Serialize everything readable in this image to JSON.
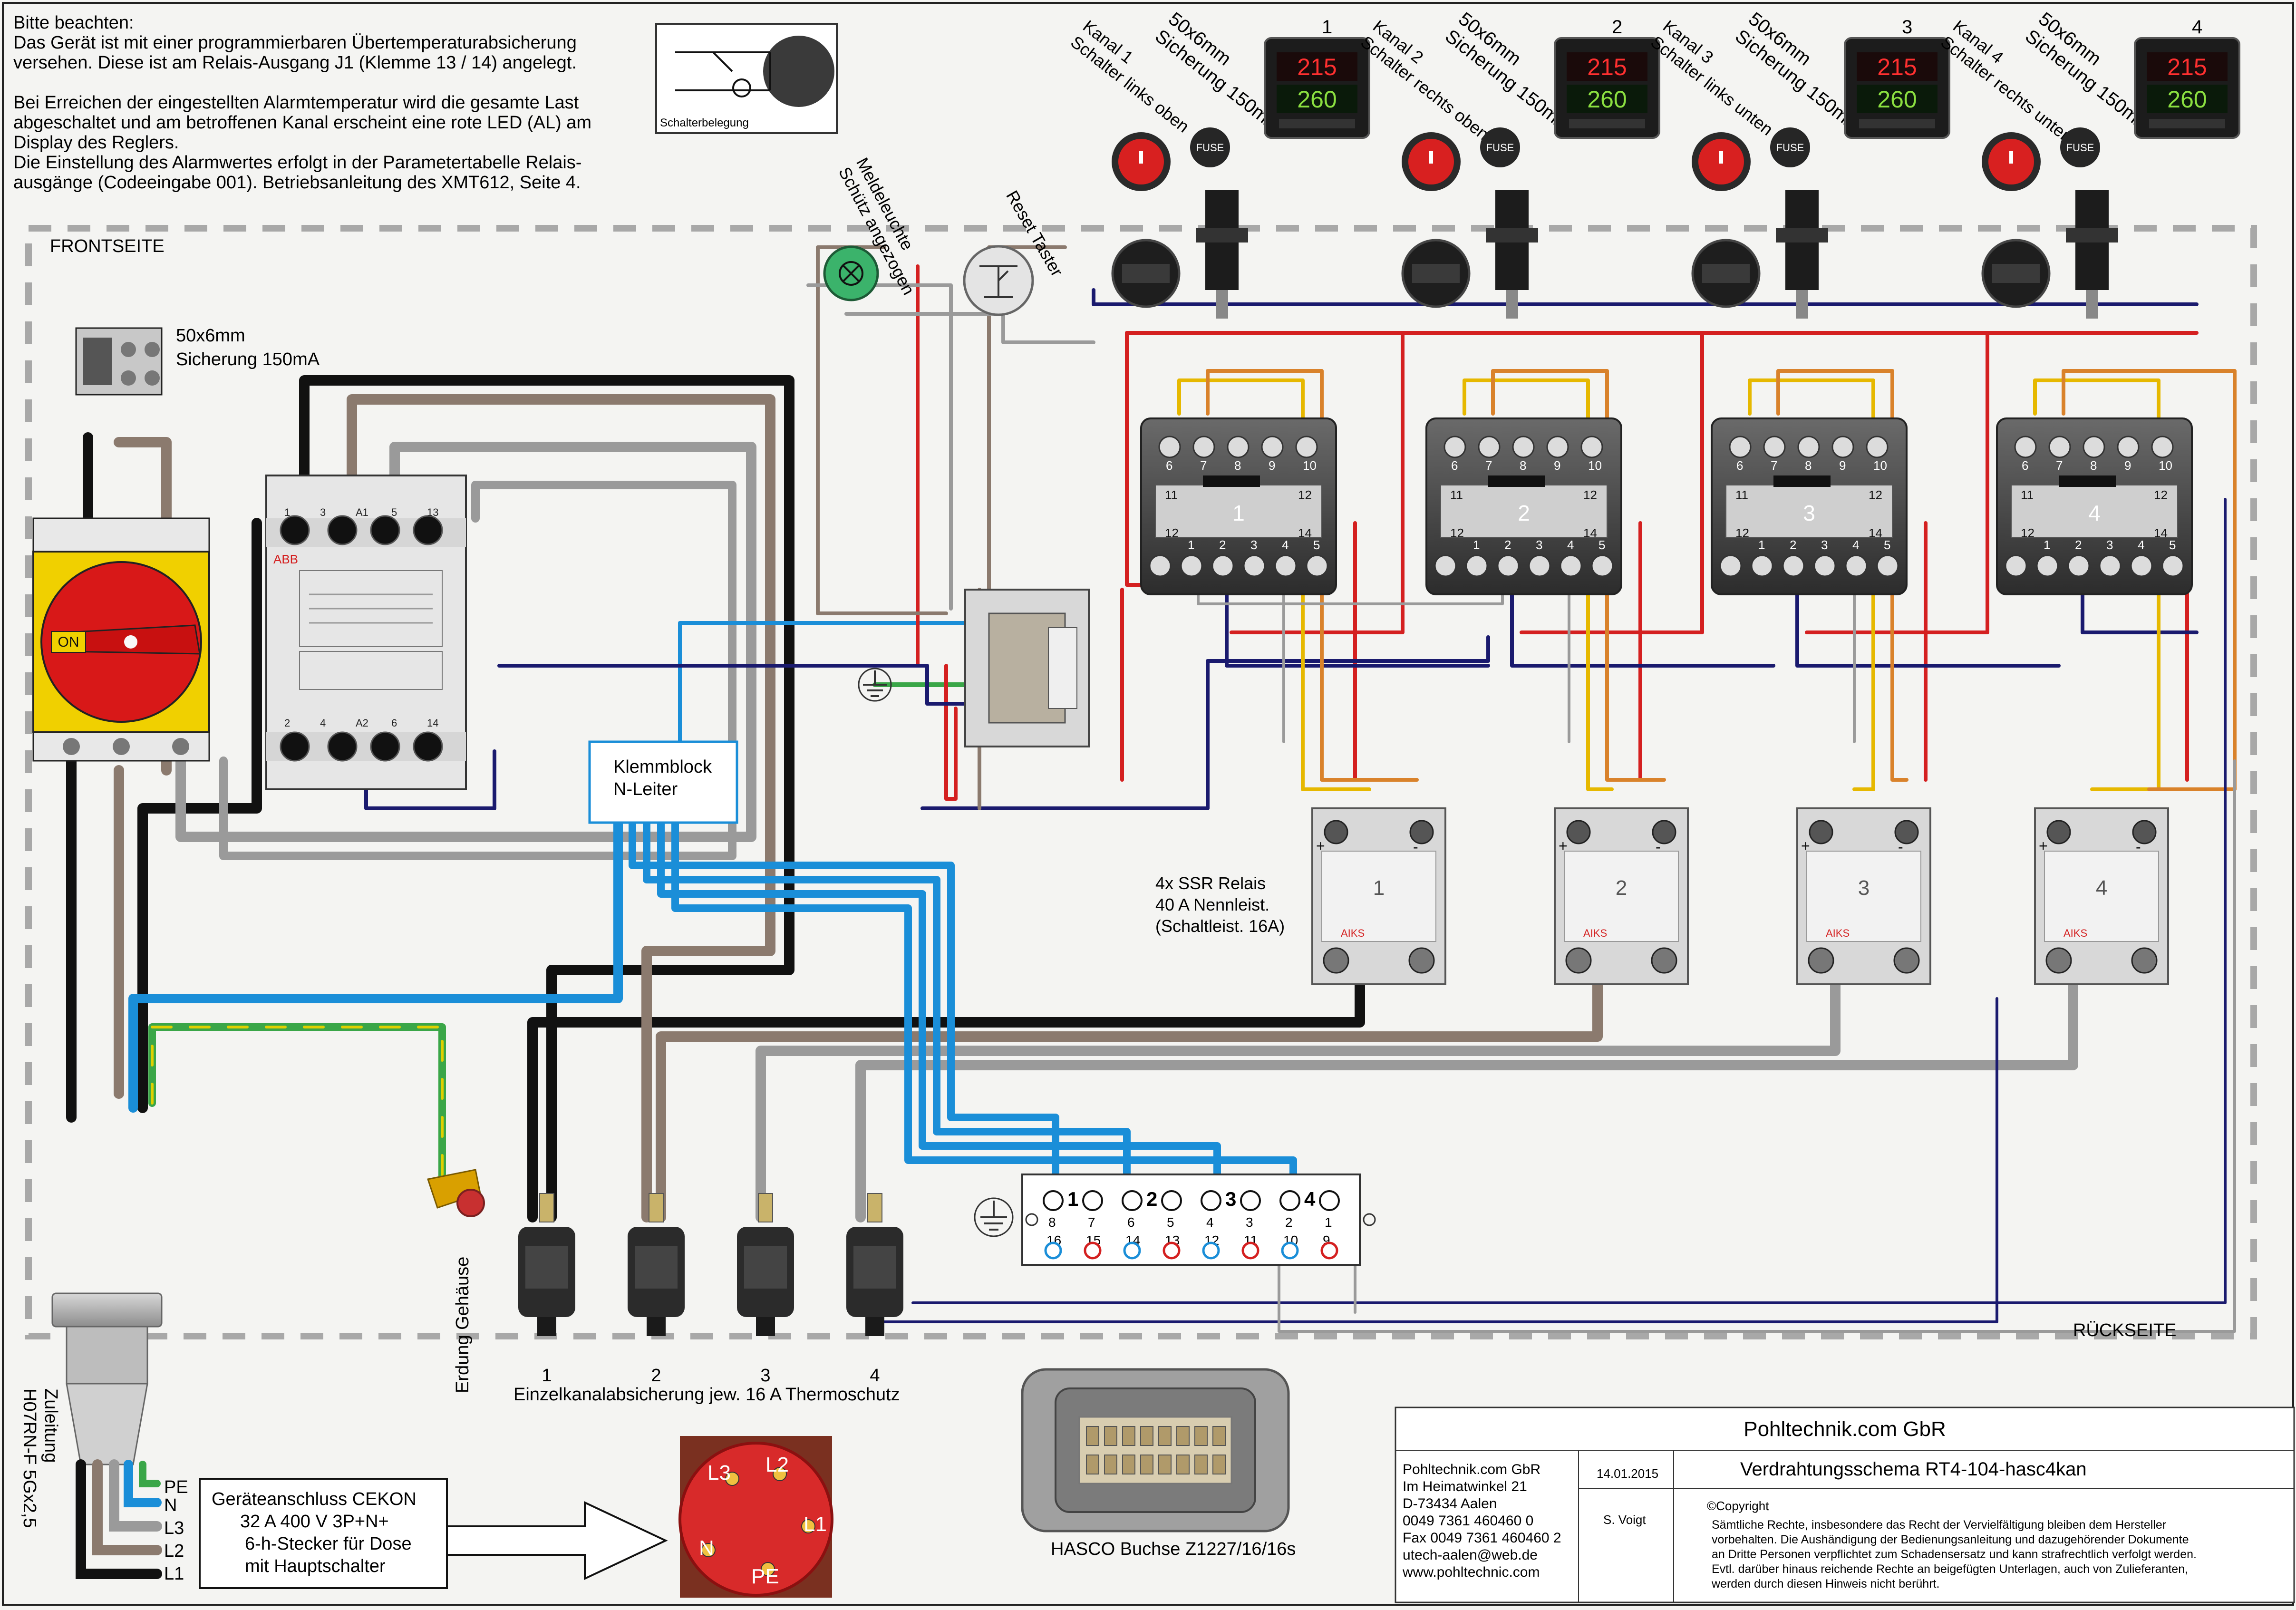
{
  "note": {
    "lines": [
      "Bitte beachten:",
      "Das Gerät ist mit einer programmierbaren Übertemperaturabsicherung",
      "versehen. Diese ist am Relais-Ausgang J1 (Klemme 13 / 14) angelegt.",
      "",
      "Bei Erreichen der eingestellten Alarmtemperatur wird die gesamte Last",
      "abgeschaltet und am betroffenen Kanal erscheint eine rote LED (AL) am",
      "Display des Reglers.",
      "Die Einstellung des Alarmwertes erfolgt in der Parametertabelle Relais-",
      "ausgänge (Codeeingabe 001). Betriebsanleitung des XMT612, Seite 4."
    ]
  },
  "switch_inset_label": "Schalterbelegung",
  "front_label": "FRONTSEITE",
  "back_label": "RÜCKSEITE",
  "main_fuse": {
    "line1": "50x6mm",
    "line2": "Sicherung 150mA"
  },
  "main_switch_label": "ON",
  "indicator_label": {
    "line1": "Meldeleuchte",
    "line2": "Schütz angezogen"
  },
  "reset_label": "Reset Taster",
  "channels": [
    {
      "number": "1",
      "kanal": "Kanal 1",
      "schalter": "Schalter links oben",
      "fuse1": "50x6mm",
      "fuse2": "Sicherung 150mA"
    },
    {
      "number": "2",
      "kanal": "Kanal 2",
      "schalter": "Schalter rechts oben",
      "fuse1": "50x6mm",
      "fuse2": "Sicherung 150mA"
    },
    {
      "number": "3",
      "kanal": "Kanal 3",
      "schalter": "Schalter links unten",
      "fuse1": "50x6mm",
      "fuse2": "Sicherung 150mA"
    },
    {
      "number": "4",
      "kanal": "Kanal 4",
      "schalter": "Schalter rechts unten",
      "fuse1": "50x6mm",
      "fuse2": "Sicherung 150mA"
    }
  ],
  "display": {
    "top": "215",
    "bottom": "260"
  },
  "fuse_cap": "FUSE",
  "relay_pins": {
    "row1": [
      "6",
      "7",
      "8",
      "9",
      "10"
    ],
    "row2": [
      "11",
      "",
      "",
      "",
      "12"
    ],
    "row3": [
      "12",
      "",
      "",
      "",
      "14"
    ],
    "row4": [
      "",
      "1",
      "2",
      "3",
      "4",
      "5"
    ]
  },
  "contactor": {
    "brand": "ABB",
    "terminals_top": [
      "1",
      "3",
      "A1",
      "5",
      "13"
    ],
    "terminals_bottom": [
      "2",
      "4",
      "A2",
      "6",
      "14"
    ]
  },
  "klemmblock": {
    "line1": "Klemmblock",
    "line2": "N-Leiter"
  },
  "ssr": {
    "line1": "4x SSR Relais",
    "line2": "40 A Nennleist.",
    "line3": "(Schaltleist. 16A)",
    "brand": "AIKS",
    "plus": "+",
    "minus": "-"
  },
  "breakers": {
    "caption": "Einzelkanalabsicherung jew. 16 A Thermoschutz",
    "labels": [
      "1",
      "2",
      "3",
      "4"
    ]
  },
  "ground_label": "Erdung Gehäuse",
  "zuleitung": {
    "line1": "Zuleitung",
    "line2": "H07RN-F 5Gx2,5"
  },
  "cable_wires": [
    "PE",
    "N",
    "L3",
    "L2",
    "L1"
  ],
  "hasco_terminals": {
    "channel_marks": [
      "1",
      "2",
      "3",
      "4"
    ],
    "top_numbers": [
      "8",
      "7",
      "6",
      "5",
      "4",
      "3",
      "2",
      "1"
    ],
    "bottom_numbers": [
      "16",
      "15",
      "14",
      "13",
      "12",
      "11",
      "10",
      "9"
    ]
  },
  "cekon": {
    "line1": "Geräteanschluss CEKON",
    "line2": "32 A 400 V 3P+N+",
    "line3": "6-h-Stecker für Dose",
    "line4": "mit Hauptschalter"
  },
  "plug_pins": [
    "L3",
    "L2",
    "L1",
    "N",
    "PE"
  ],
  "hasco_caption": "HASCO Buchse Z1227/16/16s",
  "title_block": {
    "company": "Pohltechnik.com GbR",
    "address": [
      "Pohltechnik.com GbR",
      "Im Heimatwinkel 21",
      "D-73434 Aalen",
      "0049 7361 460460 0",
      "Fax 0049 7361 460460 2",
      "utech-aalen@web.de",
      "www.pohltechnic.com"
    ],
    "date": "14.01.2015",
    "author": "S. Voigt",
    "title": "Verdrahtungsschema  RT4-104-hasc4kan",
    "copyright": "©Copyright",
    "legal": [
      "Sämtliche Rechte, insbesondere das Recht  der Vervielfältigung bleiben dem Hersteller",
      "vorbehalten. Die Aushändigung der Bedienungsanleitung und dazugehörender Dokumente",
      "an Dritte Personen verpflichtet zum Schadensersatz und kann strafrechtlich verfolgt werden.",
      "Evtl. darüber hinaus reichende Rechte an beigefügten Unterlagen, auch von Zulieferanten,",
      "werden durch diesen Hinweis nicht berührt."
    ]
  },
  "colors": {
    "black": "#111111",
    "brown": "#7a6a5c",
    "grey": "#9a9a9a",
    "blue": "#1a8ed8",
    "red": "#d42020",
    "darkblue": "#1a1a6e",
    "yellow": "#e6b800",
    "orange": "#d9822b",
    "green": "#2a9d4f"
  }
}
